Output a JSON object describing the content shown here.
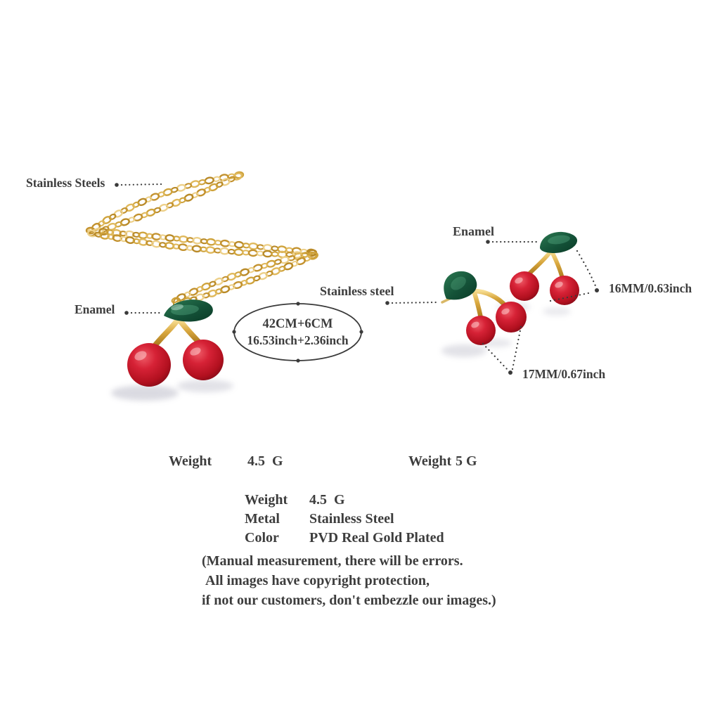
{
  "product": {
    "annotations": {
      "chain_material": "Stainless Steels",
      "pendant_enamel": "Enamel",
      "earring_post_material": "Stainless steel",
      "earring_enamel": "Enamel",
      "earring_size_right": "16MM/0.63inch",
      "earring_size_left": "17MM/0.67inch",
      "chain_length_cm": "42CM+6CM",
      "chain_length_inch": "16.53inch+2.36inch"
    },
    "weights": {
      "necklace_label": "Weight",
      "necklace_value": "4.5  G",
      "earrings_label": "Weight",
      "earrings_value": "5 G"
    },
    "specs": [
      {
        "label": "Weight",
        "value": "4.5  G"
      },
      {
        "label": "Metal",
        "value": "Stainless Steel"
      },
      {
        "label": "Color",
        "value": "PVD Real Gold Plated"
      }
    ],
    "disclaimer": [
      "(Manual measurement, there will be errors.",
      "All images have copyright protection,",
      "if not our customers, don't embezzle our images.)"
    ],
    "colors": {
      "gold": "#d3a63e",
      "cherry_red": "#c9172a",
      "leaf_green": "#14573a",
      "annotation_line": "#3a3a3a",
      "text": "#3d3d3d"
    }
  }
}
